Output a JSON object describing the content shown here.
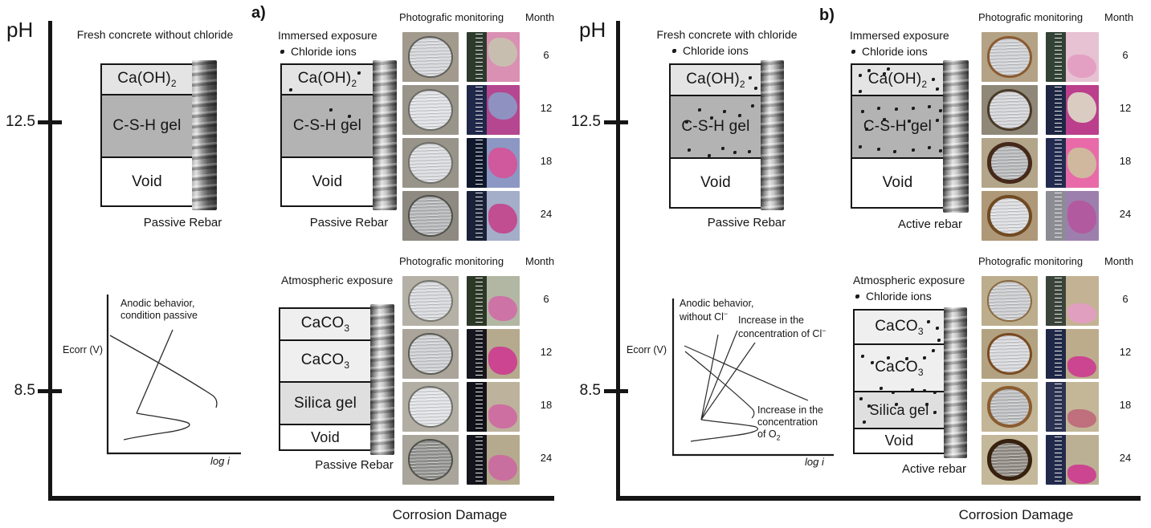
{
  "figure": {
    "axes": {
      "y_label": "pH",
      "tick_upper": "12.5",
      "tick_lower": "8.5",
      "x_label": "Corrosion Damage"
    },
    "photo_table": {
      "header": "Photografic monitoring",
      "month_header": "Month",
      "months": [
        "6",
        "12",
        "18",
        "24"
      ]
    },
    "layers": {
      "caoh_main": "Ca(OH)",
      "caoh_sub": "2",
      "csh": "C-S-H gel",
      "void": "Void",
      "caco_main": "CaCO",
      "caco_sub": "3",
      "silica": "Silica gel"
    },
    "captions": {
      "passive": "Passive Rebar",
      "active": "Active rebar"
    },
    "legend_label": "Chloride ions",
    "panel_a": {
      "label": "a)",
      "fresh_title": "Fresh concrete without chloride",
      "immersed_title": "Immersed exposure",
      "atmospheric_title": "Atmospheric exposure",
      "plot": {
        "y_label": "Ecorr (V)",
        "x_label": "log i",
        "note_line1": "Anodic behavior,",
        "note_line2": "condition passive"
      }
    },
    "panel_b": {
      "label": "b)",
      "fresh_title": "Fresh concrete with chloride",
      "immersed_title": "Immersed exposure",
      "atmospheric_title": "Atmospheric exposure",
      "plot": {
        "y_label": "Ecorr (V)",
        "x_label": "log i",
        "anodic_line1": "Anodic behavior,",
        "anodic_line2": "without Cl",
        "anodic_sup": "−",
        "cl_line1": "Increase in the",
        "cl_line2": "concentration of Cl",
        "cl_sup": "−",
        "o2_line1": "Increase in the",
        "o2_line2": "concentration",
        "o2_line3": "of O",
        "o2_sub": "2"
      }
    },
    "photo_colors": {
      "lt": [
        {
          "bg": "#a39a8e",
          "disc": "#d5d6d9",
          "ring": "#5f5f5a",
          "ringw": "2px",
          "ruler": "#2c3a2c",
          "strip": "#d990b2",
          "patch": "#c7c1b0",
          "ptop": "12%",
          "pbot": "30%"
        },
        {
          "bg": "#9a958b",
          "disc": "#e0e1e4",
          "ring": "#6a6a64",
          "ringw": "2px",
          "ruler": "#20284a",
          "strip": "#b4478f",
          "patch": "#8d97c4",
          "ptop": "15%",
          "pbot": "30%"
        },
        {
          "bg": "#989489",
          "disc": "#dbdcdf",
          "ring": "#70706a",
          "ringw": "2px",
          "ruler": "#10182c",
          "strip": "#8d97c4",
          "patch": "#d4549a",
          "ptop": "20%",
          "pbot": "20%"
        },
        {
          "bg": "#8e8a82",
          "disc": "#b4b5b6",
          "ring": "#50504a",
          "ringw": "2px",
          "ruler": "#1a2238",
          "strip": "#a4aec9",
          "patch": "#c2498e",
          "ptop": "25%",
          "pbot": "15%"
        }
      ],
      "lb": [
        {
          "bg": "#b5b1a7",
          "disc": "#d8d9dc",
          "ring": "#77776e",
          "ringw": "2px",
          "ruler": "#2c3826",
          "strip": "#b2b7a4",
          "patch": "#d06fa6",
          "ptop": "40%",
          "pbot": "10%"
        },
        {
          "bg": "#aaa49a",
          "disc": "#cdced1",
          "ring": "#5c5c55",
          "ringw": "2px",
          "ruler": "#16161e",
          "strip": "#b5aa8e",
          "patch": "#cc3f90",
          "ptop": "35%",
          "pbot": "8%"
        },
        {
          "bg": "#b2aea4",
          "disc": "#e2e3e6",
          "ring": "#70706a",
          "ringw": "2px",
          "ruler": "#111119",
          "strip": "#bdb29c",
          "patch": "#cf6ba2",
          "ptop": "45%",
          "pbot": "6%"
        },
        {
          "bg": "#a9a59b",
          "disc": "#90908c",
          "ring": "#50504a",
          "ringw": "2px",
          "ruler": "#14141c",
          "strip": "#b5aa8e",
          "patch": "#ca6ba0",
          "ptop": "40%",
          "pbot": "8%"
        }
      ],
      "rt": [
        {
          "bg": "#b3a285",
          "disc": "#cfd0d3",
          "ring": "#8a5a30",
          "ringw": "3px",
          "ruler": "#324234",
          "strip": "#e7c2d2",
          "patch": "#e39ec2",
          "ptop": "45%",
          "pbot": "8%"
        },
        {
          "bg": "#8f8878",
          "disc": "#d4d5d8",
          "ring": "#4a3a28",
          "ringw": "3px",
          "ruler": "#1e2644",
          "strip": "#bb3f8c",
          "patch": "#dcd4c4",
          "ptop": "15%",
          "pbot": "25%"
        },
        {
          "bg": "#b3a58a",
          "disc": "#b6b7b8",
          "ring": "#45291a",
          "ringw": "5px",
          "ruler": "#232c50",
          "strip": "#e86aa8",
          "patch": "#cdbd9d",
          "ptop": "20%",
          "pbot": "20%"
        },
        {
          "bg": "#ae9878",
          "disc": "#dcdde0",
          "ring": "#6f4a22",
          "ringw": "4px",
          "ruler": "#8c8c94",
          "strip": "#9d7fae",
          "patch": "#b3589e",
          "ptop": "20%",
          "pbot": "15%"
        }
      ],
      "rb": [
        {
          "bg": "#bcad8d",
          "disc": "#cbccce",
          "ring": "#8a6a40",
          "ringw": "2px",
          "ruler": "#3a443a",
          "strip": "#c3b394",
          "patch": "#e39ec2",
          "ptop": "55%",
          "pbot": "5%"
        },
        {
          "bg": "#b2a282",
          "disc": "#d7d8da",
          "ring": "#7a4a20",
          "ringw": "3px",
          "ruler": "#202848",
          "strip": "#bcac8c",
          "patch": "#cc3f90",
          "ptop": "55%",
          "pbot": "3%"
        },
        {
          "bg": "#c2b697",
          "disc": "#bdbebf",
          "ring": "#8a5c30",
          "ringw": "4px",
          "ruler": "#2c3252",
          "strip": "#c3b798",
          "patch": "#c06a7a",
          "ptop": "55%",
          "pbot": "8%"
        },
        {
          "bg": "#c4b89a",
          "disc": "#8e8880",
          "ring": "#36200e",
          "ringw": "5px",
          "ruler": "#222a4c",
          "strip": "#bcb094",
          "patch": "#cc3f90",
          "ptop": "60%",
          "pbot": "2%"
        }
      ]
    }
  }
}
